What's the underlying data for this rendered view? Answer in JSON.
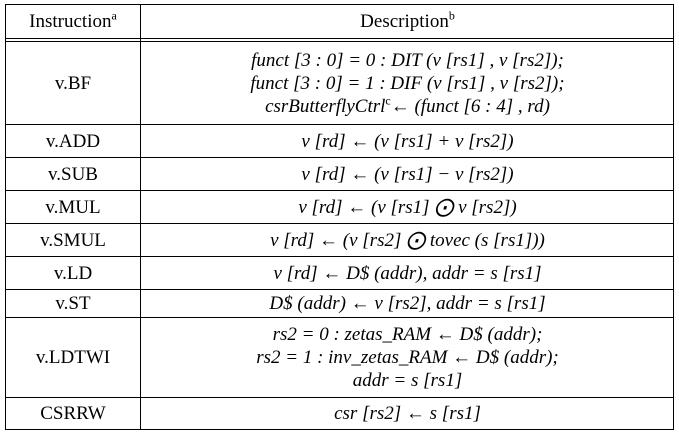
{
  "header": {
    "col1": "Instruction",
    "col1_note": "a",
    "col2": "Description",
    "col2_note": "b"
  },
  "rows": [
    {
      "instruction": "v.BF",
      "lines": [
        "funct [3 : 0] = 0 :  DIT (v [rs1] , v [rs2]);",
        "funct [3 : 0] = 1 :  DIF (v [rs1] , v [rs2]);",
        "csrButterflyCtrl"
      ],
      "line3_note": "c",
      "line3_rest": "← (funct [6 : 4] , rd)"
    },
    {
      "instruction": "v.ADD",
      "lines": [
        "v [rd] ← (v [rs1] + v [rs2])"
      ]
    },
    {
      "instruction": "v.SUB",
      "lines": [
        "v [rd] ← (v [rs1] − v [rs2])"
      ]
    },
    {
      "instruction": "v.MUL",
      "lines": [
        "v [rd] ← (v [rs1] ⨀ v [rs2])"
      ]
    },
    {
      "instruction": "v.SMUL",
      "lines": [
        "v [rd] ← (v [rs2] ⨀ tovec (s [rs1]))"
      ]
    },
    {
      "instruction": "v.LD",
      "lines": [
        "v [rd] ← D$ (addr),  addr = s [rs1]"
      ]
    },
    {
      "instruction": "v.ST",
      "lines": [
        "D$ (addr) ← v [rs2],  addr = s [rs1]"
      ]
    },
    {
      "instruction": "v.LDTWI",
      "lines": [
        "rs2 = 0 :  zetas_RAM ← D$ (addr);",
        "rs2 = 1  : inv_zetas_RAM ← D$ (addr);",
        "addr = s [rs1]"
      ]
    },
    {
      "instruction": "CSRRW",
      "lines": [
        "csr [rs2] ← s [rs1]"
      ]
    }
  ]
}
